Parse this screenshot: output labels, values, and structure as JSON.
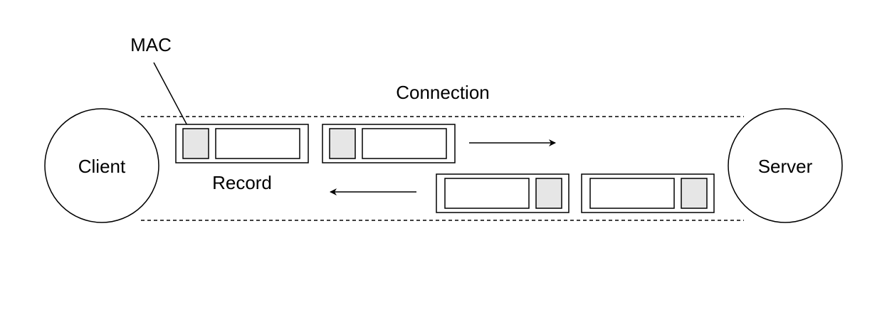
{
  "labels": {
    "mac": "MAC",
    "connection": "Connection",
    "record": "Record",
    "client": "Client",
    "server": "Server"
  },
  "colors": {
    "mac_fill": "#e6e6e6",
    "stroke": "#000000",
    "background": "#ffffff"
  }
}
